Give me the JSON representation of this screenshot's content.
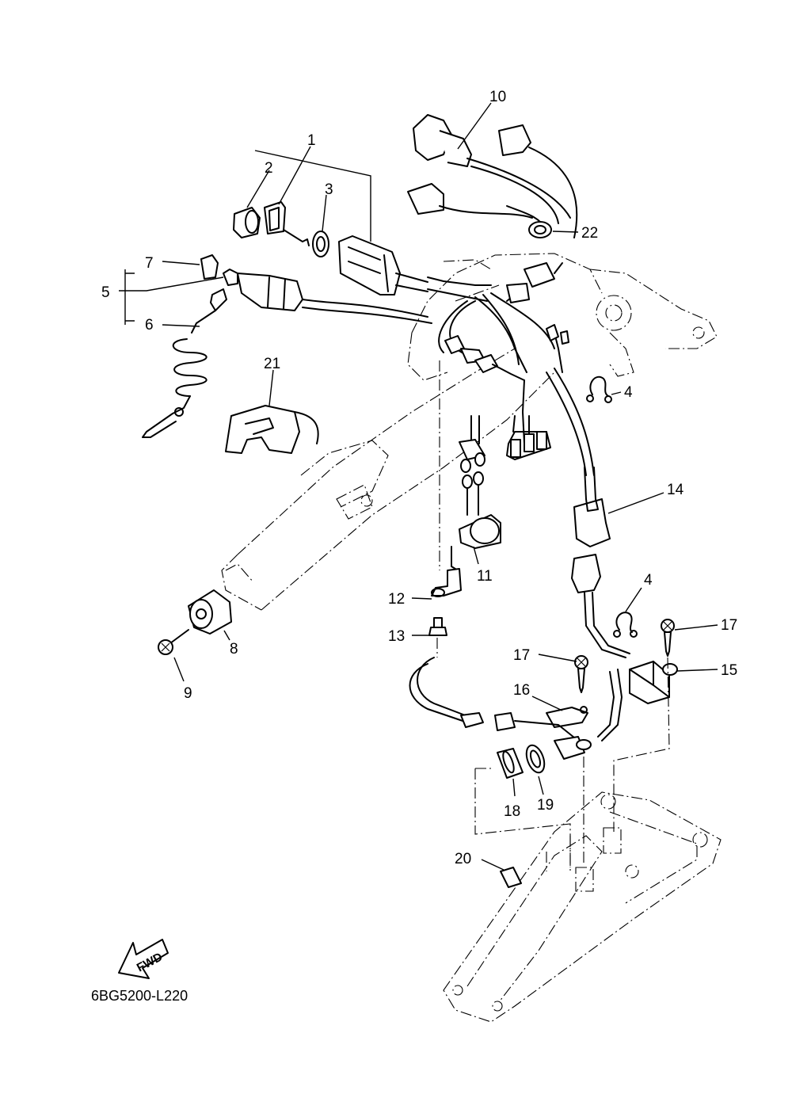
{
  "diagram": {
    "drawing_code": "6BG5200-L220",
    "direction_label": "FWD",
    "callouts": {
      "c1": "1",
      "c2": "2",
      "c3": "3",
      "c4a": "4",
      "c4b": "4",
      "c5": "5",
      "c6": "6",
      "c7": "7",
      "c8": "8",
      "c9": "9",
      "c10": "10",
      "c11": "11",
      "c12": "12",
      "c13": "13",
      "c14": "14",
      "c15": "15",
      "c16": "16",
      "c17a": "17",
      "c17b": "17",
      "c18": "18",
      "c19": "19",
      "c20": "20",
      "c21": "21",
      "c22": "22"
    }
  }
}
